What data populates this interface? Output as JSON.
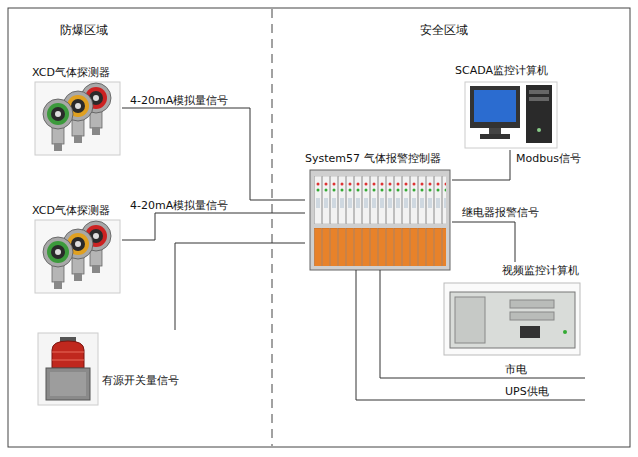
{
  "diagram": {
    "nodes": [
      {
        "text": [
          "XCD气体探测器"
        ]
      },
      {
        "text": [
          "XCD气体探测器"
        ]
      },
      {
        "text": [
          "有源开关量信号"
        ]
      },
      {
        "text": [
          "System57 气体报警控制器"
        ]
      },
      {
        "text": [
          "SCADA监控计算机"
        ]
      },
      {
        "text": [
          "视频监控计算机"
        ]
      }
    ],
    "edges": [
      {
        "from": 0,
        "to": 3,
        "label": "4-20mA模拟量信号",
        "arrow": "none"
      },
      {
        "from": 1,
        "to": 3,
        "label": "4-20mA模拟量信号",
        "arrow": "none"
      },
      {
        "from": 2,
        "to": 3,
        "arrow": "none"
      },
      {
        "from": 3,
        "to": 4,
        "label": "Modbus信号",
        "arrow": "none"
      },
      {
        "from": 3,
        "to": 5,
        "label": "继电器报警信号",
        "arrow": "none"
      }
    ],
    "labels": [
      "防爆区域",
      "安全区域",
      "市电",
      "UPS供电"
    ]
  }
}
